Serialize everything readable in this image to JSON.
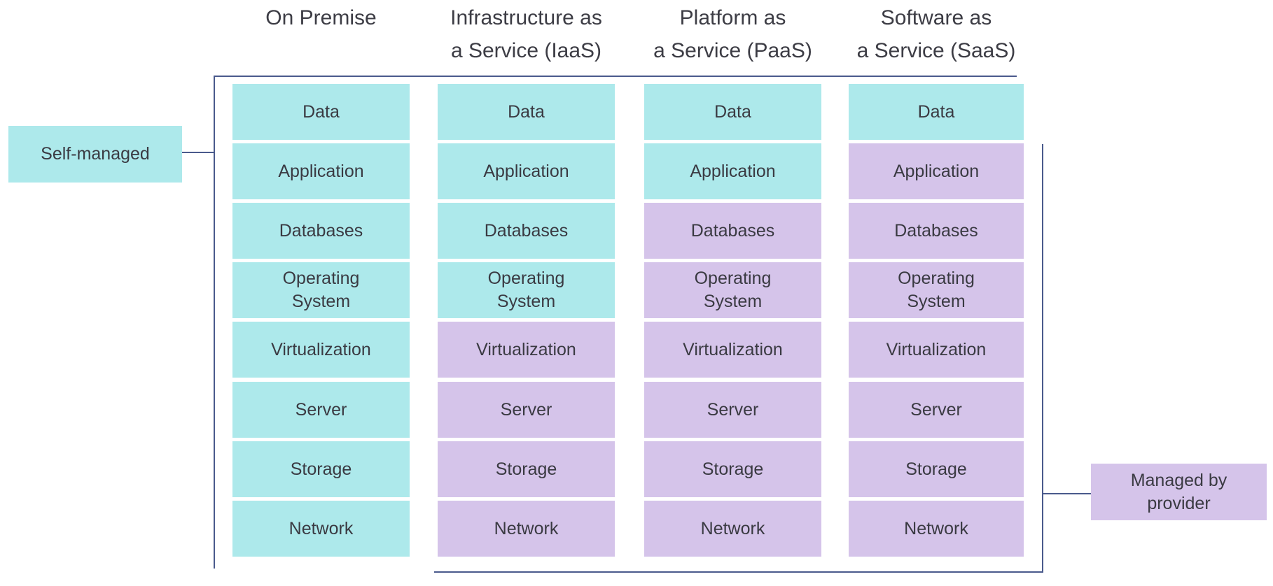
{
  "colors": {
    "self_managed": "#ade9eb",
    "managed_by_provider": "#d5c4ea",
    "connector": "#4a5a8c"
  },
  "columns": [
    {
      "header": "On Premise",
      "provider_from_layer": 8
    },
    {
      "header": "Infrastructure as\na Service (IaaS)",
      "provider_from_layer": 4
    },
    {
      "header": "Platform as\na Service (PaaS)",
      "provider_from_layer": 2
    },
    {
      "header": "Software as\na Service (SaaS)",
      "provider_from_layer": 1
    }
  ],
  "layers": [
    "Data",
    "Application",
    "Databases",
    "Operating System",
    "Virtualization",
    "Server",
    "Storage",
    "Network"
  ],
  "legend": {
    "self_managed": "Self-managed",
    "managed_by_provider": "Managed by provider"
  }
}
